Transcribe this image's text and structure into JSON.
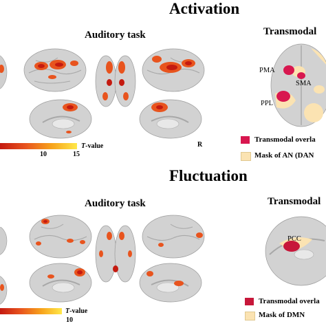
{
  "panels": {
    "activation": {
      "title": "Activation",
      "task_title": "Auditory task",
      "transmodal_title": "Transmodal",
      "orientation_label": "R",
      "region_labels": [
        "PMA",
        "SMA",
        "PPL"
      ],
      "colorbar": {
        "label_t": "T",
        "label_rest": "-value",
        "ticks": [
          "10",
          "15"
        ]
      },
      "legend": [
        {
          "label": "Transmodal overla",
          "color": "#d8174f"
        },
        {
          "label": "Mask of AN (DAN",
          "color": "#fbe3b2"
        }
      ]
    },
    "fluctuation": {
      "title": "Fluctuation",
      "task_title": "Auditory task",
      "transmodal_title": "Transmodal",
      "region_labels": [
        "PCC"
      ],
      "colorbar": {
        "label_t": "T",
        "label_rest": "-value",
        "ticks": [
          "10"
        ]
      },
      "legend": [
        {
          "label": "Transmodal overla",
          "color": "#c7173a"
        },
        {
          "label": "Mask  of DMN",
          "color": "#fbe3b2"
        }
      ]
    }
  },
  "colors": {
    "brain": "#cfcfcf",
    "activation_hot": "#e8541e",
    "activation_core": "#c41a10",
    "colorbar_low": "#c41a10",
    "colorbar_high": "#ffe84a"
  }
}
